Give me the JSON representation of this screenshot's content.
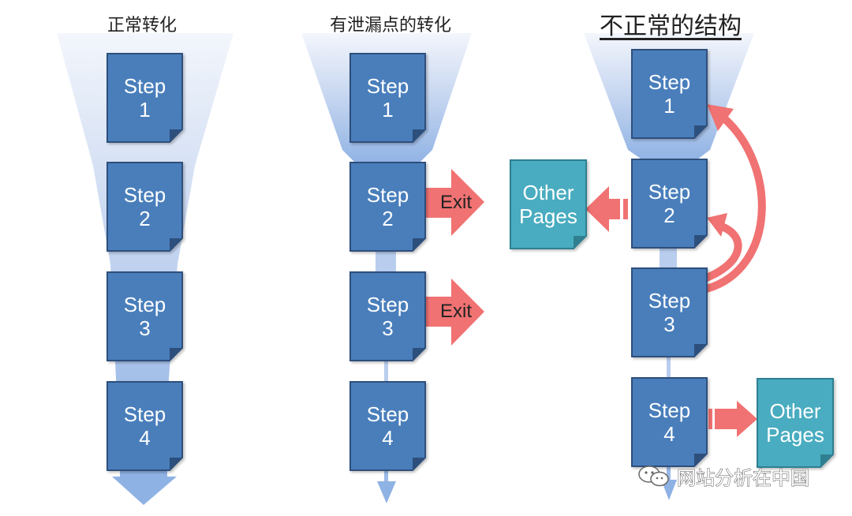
{
  "columns": [
    {
      "title": "正常转化",
      "steps": [
        {
          "word": "Step",
          "num": "1"
        },
        {
          "word": "Step",
          "num": "2"
        },
        {
          "word": "Step",
          "num": "3"
        },
        {
          "word": "Step",
          "num": "4"
        }
      ]
    },
    {
      "title": "有泄漏点的转化",
      "steps": [
        {
          "word": "Step",
          "num": "1"
        },
        {
          "word": "Step",
          "num": "2"
        },
        {
          "word": "Step",
          "num": "3"
        },
        {
          "word": "Step",
          "num": "4"
        }
      ],
      "exits": [
        "Exit",
        "Exit"
      ]
    },
    {
      "title": "不正常的结构",
      "steps": [
        {
          "word": "Step",
          "num": "1"
        },
        {
          "word": "Step",
          "num": "2"
        },
        {
          "word": "Step",
          "num": "3"
        },
        {
          "word": "Step",
          "num": "4"
        }
      ],
      "other_pages": [
        {
          "line1": "Other",
          "line2": "Pages"
        },
        {
          "line1": "Other",
          "line2": "Pages"
        }
      ]
    }
  ],
  "watermark": "网站分析在中国",
  "colors": {
    "step_fill": "#4a7ebb",
    "step_stroke": "#2d4f7c",
    "other_fill": "#4aacc0",
    "arrow_red": "#f07272",
    "funnel_blue": "#8fb2e4"
  }
}
